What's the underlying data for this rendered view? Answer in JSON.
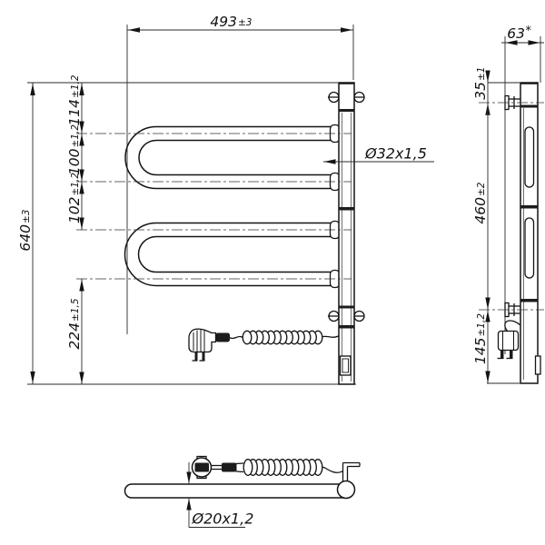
{
  "colors": {
    "line": "#141414",
    "background": "#ffffff"
  },
  "front_view": {
    "width": {
      "value": "493",
      "tol": "±3"
    },
    "height": {
      "value": "640",
      "tol": "±3"
    },
    "top_offset": {
      "value": "114",
      "tol": "±1,2"
    },
    "loop_spacing": {
      "value": "100",
      "tol": "±1,2"
    },
    "loop_gap": {
      "value": "102",
      "tol": "±1,2"
    },
    "bottom_offset": {
      "value": "224",
      "tol": "±1,5"
    },
    "tube_label": "Ø32x1,5"
  },
  "side_view": {
    "depth": {
      "value": "63",
      "tol": "*"
    },
    "top_screw": {
      "value": "35",
      "tol": "±1"
    },
    "screw_span": {
      "value": "460",
      "tol": "±2"
    },
    "bottom_screw": {
      "value": "145",
      "tol": "±1,2"
    }
  },
  "bottom_view": {
    "tube_label": "Ø20x1,2"
  }
}
